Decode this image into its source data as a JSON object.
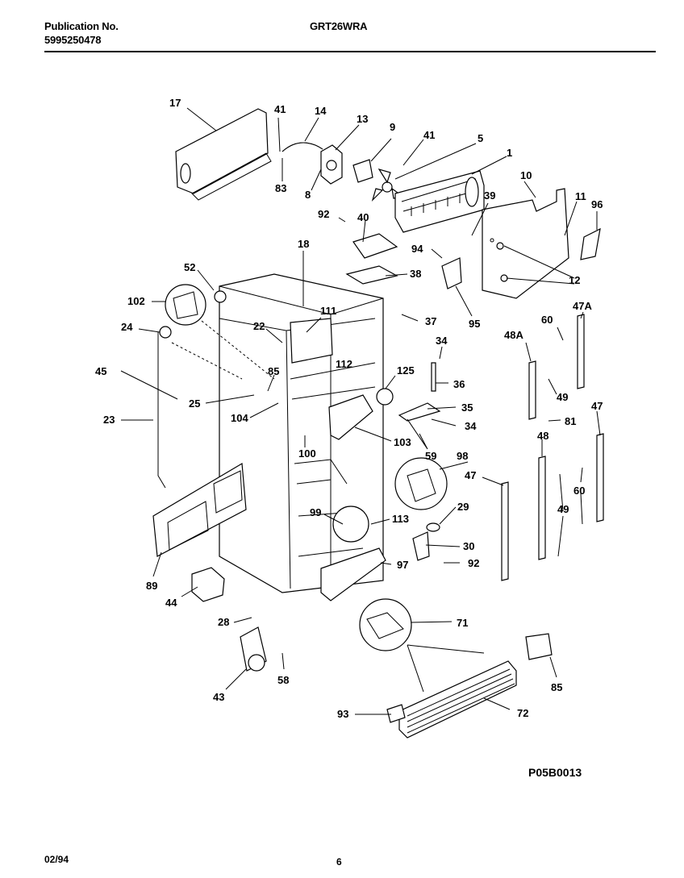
{
  "header": {
    "publication_label": "Publication No.",
    "publication_number": "5995250478",
    "model": "GRT26WRA"
  },
  "diagram_code": "P05B0013",
  "footer": {
    "date": "02/94",
    "page": "6"
  },
  "callouts": [
    "17",
    "41",
    "14",
    "13",
    "9",
    "41",
    "5",
    "1",
    "10",
    "96",
    "11",
    "83",
    "8",
    "39",
    "92",
    "40",
    "94",
    "12",
    "18",
    "52",
    "38",
    "95",
    "102",
    "111",
    "37",
    "60",
    "47A",
    "48A",
    "22",
    "34",
    "24",
    "45",
    "85",
    "112",
    "125",
    "36",
    "49",
    "25",
    "35",
    "104",
    "34",
    "81",
    "47",
    "23",
    "103",
    "59",
    "100",
    "98",
    "48",
    "47",
    "60",
    "99",
    "113",
    "29",
    "49",
    "30",
    "92",
    "89",
    "97",
    "44",
    "28",
    "71",
    "58",
    "85",
    "43",
    "93",
    "72"
  ]
}
